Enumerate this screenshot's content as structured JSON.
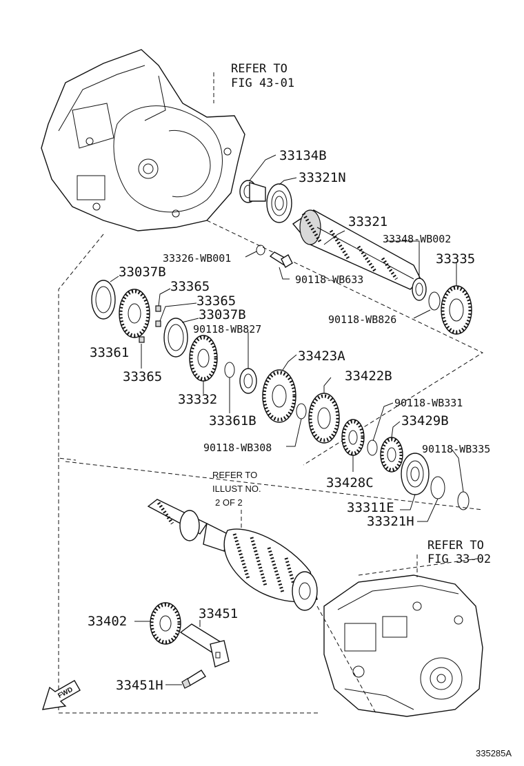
{
  "references": {
    "fig_43_01": {
      "line1": "REFER TO",
      "line2": "FIG 43-01"
    },
    "fig_33_02": {
      "line1": "REFER TO",
      "line2": "FIG 33-02"
    },
    "illust": {
      "line1": "REFER TO",
      "line2": "ILLUST NO.",
      "line3": "2 OF 2"
    }
  },
  "parts": {
    "p33134B": "33134B",
    "p33321N": "33321N",
    "p33321": "33321",
    "p33348_WB002": "33348-WB002",
    "p33335": "33335",
    "p33326_WB001": "33326-WB001",
    "p90118_WB633": "90118-WB633",
    "p33037B_a": "33037B",
    "p33365_a": "33365",
    "p33365_b": "33365",
    "p33037B_b": "33037B",
    "p90118_WB827": "90118-WB827",
    "p90118_WB826": "90118-WB826",
    "p33361": "33361",
    "p33365_c": "33365",
    "p33423A": "33423A",
    "p33422B": "33422B",
    "p33332": "33332",
    "p33361B": "33361B",
    "p90118_WB331": "90118-WB331",
    "p33429B": "33429B",
    "p90118_WB308": "90118-WB308",
    "p90118_WB335": "90118-WB335",
    "p33428C": "33428C",
    "p33311E": "33311E",
    "p33321H": "33321H",
    "p33402": "33402",
    "p33451": "33451",
    "p33451H": "33451H"
  },
  "fwd_label": "FWD",
  "drawing_code": "335285A"
}
